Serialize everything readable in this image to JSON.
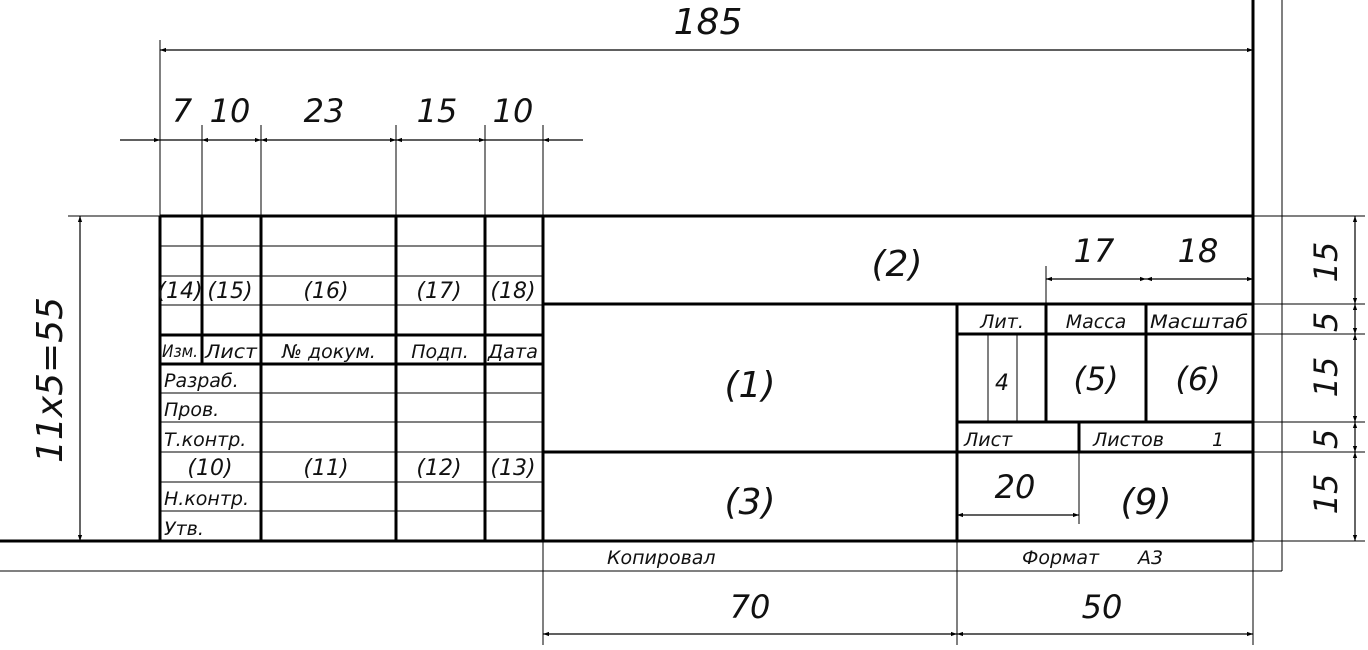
{
  "dimensions": {
    "overall_width": "185",
    "col_izm": "7",
    "col_list": "10",
    "col_docum": "23",
    "col_podp": "15",
    "col_data": "10",
    "height_total": "11x5=55",
    "massa_width": "17",
    "masshtab_width": "18",
    "row_top": "15",
    "row_lit": "5",
    "row_mid": "15",
    "row_list": "5",
    "row_bottom": "15",
    "width_center": "70",
    "width_right": "50",
    "width_lit_block": "20"
  },
  "fields": {
    "f1": "(1)",
    "f2": "(2)",
    "f3": "(3)",
    "f5": "(5)",
    "f6": "(6)",
    "f9": "(9)",
    "f10": "(10)",
    "f11": "(11)",
    "f12": "(12)",
    "f13": "(13)",
    "f14": "(14)",
    "f15": "(15)",
    "f16": "(16)",
    "f17": "(17)",
    "f18": "(18)"
  },
  "headers": {
    "izm": "Изм.",
    "list": "Лист",
    "docum": "№ докум.",
    "podp": "Подп.",
    "data": "Дата",
    "razrab": "Разраб.",
    "prov": "Пров.",
    "tkontr": "Т.контр.",
    "nkontr": "Н.контр.",
    "utv": "Утв.",
    "lit": "Лит.",
    "massa": "Масса",
    "masshtab": "Масштаб",
    "list_cell": "Лист",
    "listov": "Листов",
    "listov_value": "1",
    "lit_value": "4"
  },
  "footer": {
    "kopiroval": "Копировал",
    "format": "Формат",
    "format_value": "А3"
  }
}
